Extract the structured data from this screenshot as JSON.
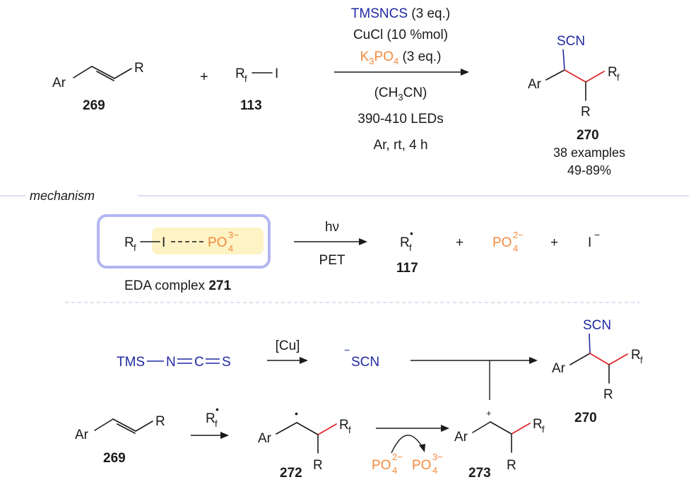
{
  "reaction": {
    "reagents": [
      "TMSNCS (3 eq.)",
      "CuCl (10 %mol)"
    ],
    "base": {
      "K": "K",
      "k_sub": "3",
      "po": "PO",
      "po_sub": "4",
      "eq": " (3 eq.)"
    },
    "solvent": {
      "open": "(CH",
      "sub": "3",
      "close": "CN)"
    },
    "light": "390-410 LEDs",
    "conditions": "Ar, rt, 4 h",
    "substrate_id": "269",
    "reagent_id": "113",
    "product_id": "270",
    "examples": "38 examples",
    "yield": "49-89%",
    "plus": "+"
  },
  "labels": {
    "ar": "Ar",
    "r": "R",
    "rf_main": "R",
    "rf_sub": "f",
    "iodine": "I",
    "scn": "SCN",
    "radical_dot": "•",
    "cation_plus": "+"
  },
  "mechanism": {
    "title": "mechanism",
    "eda_po": "PO",
    "eda_sub": "4",
    "eda_sup": "3−",
    "eda_caption_pre": "EDA complex ",
    "eda_caption_id": "271",
    "hv": "hν",
    "pet": "PET",
    "rf_radical_id": "117",
    "po4_2_main": "PO",
    "po4_2_sub": "4",
    "po4_2_sup": "2−",
    "iodide": "I",
    "iodide_sup": "−",
    "plus1": "+",
    "plus2": "+"
  },
  "cycle": {
    "tms_n_c_s": [
      "TMS",
      "N",
      "C",
      "S"
    ],
    "cu_label": "[Cu]",
    "scn_anion_sup": "−",
    "scn_anion": "SCN",
    "radical_id": "272",
    "cation_id": "273",
    "po4_2_main": "PO",
    "po4_2_sub": "4",
    "po4_2_sup": "2−",
    "po4_3_main": "PO",
    "po4_3_sub": "4",
    "po4_3_sup": "3−"
  },
  "colors": {
    "reagent_blue": "#1f2aa0",
    "base_orange": "#f28a3c",
    "new_bond_red": "#e0262b",
    "eda_box_border": "#b3b6f0",
    "eda_highlight": "#fdf3c4",
    "divider": "#c9cbe6"
  }
}
